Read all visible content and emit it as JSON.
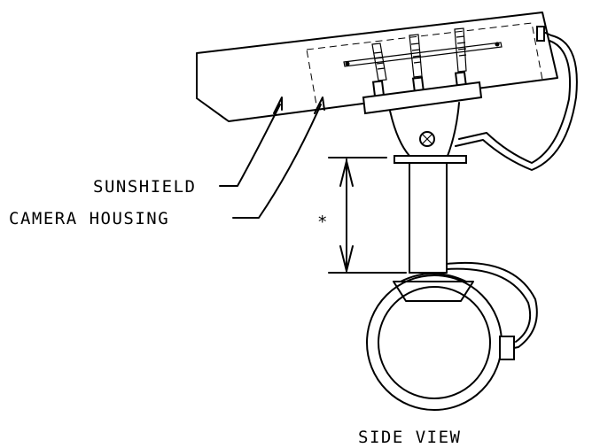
{
  "labels": {
    "sunshield": "SUNSHIELD",
    "camera_housing": "CAMERA HOUSING",
    "dimension_mark": "*",
    "view_title": "SIDE VIEW"
  },
  "colors": {
    "line": "#000000",
    "background": "#ffffff"
  }
}
